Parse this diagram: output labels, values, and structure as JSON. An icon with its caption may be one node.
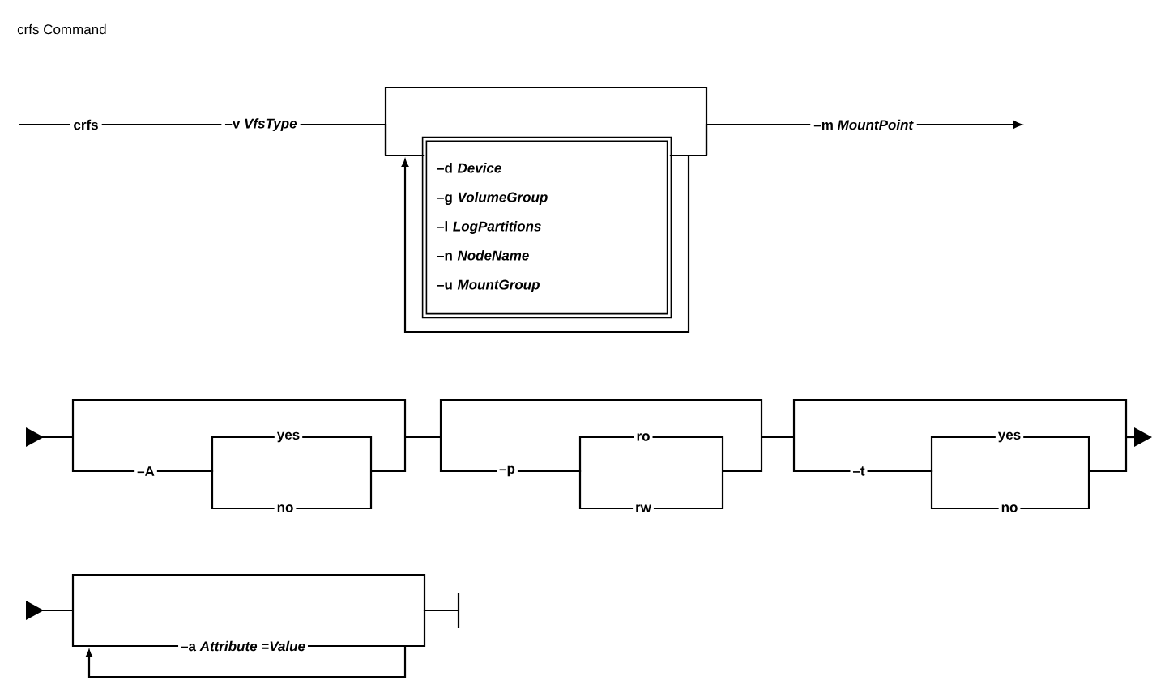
{
  "diagram": {
    "title": "crfs Command",
    "nodes": [
      {
        "text": [
          "crfs"
        ]
      },
      {
        "text": [
          "**–v** *VfsType*"
        ]
      },
      {
        "text": [
          "**–d** *Device*",
          "**–g** *VolumeGroup*",
          "**–l** *LogPartitions*",
          "**–n** *NodeName*",
          "**–u** *MountGroup*"
        ]
      },
      {
        "text": [
          "**–m** *MountPoint*"
        ]
      },
      {
        "text": [
          "–A"
        ]
      },
      {
        "text": [
          "yes"
        ]
      },
      {
        "text": [
          "no"
        ]
      },
      {
        "text": [
          "–p"
        ]
      },
      {
        "text": [
          "ro"
        ]
      },
      {
        "text": [
          "rw"
        ]
      },
      {
        "text": [
          "–t"
        ]
      },
      {
        "text": [
          "yes"
        ]
      },
      {
        "text": [
          "no"
        ]
      },
      {
        "text": [
          "**–a** *Attribute* =*Value*"
        ]
      }
    ],
    "edges": [
      {
        "from": null,
        "to": 0,
        "arrow": "none"
      },
      {
        "from": 0,
        "to": 1,
        "arrow": "none"
      },
      {
        "from": 1,
        "to": 2,
        "arrow": "none"
      },
      {
        "from": 2,
        "to": 3,
        "arrow": "none"
      },
      {
        "from": 3,
        "to": null,
        "arrow": "to"
      },
      {
        "from": 4,
        "to": 5,
        "arrow": "none"
      },
      {
        "from": 4,
        "to": 6,
        "arrow": "none"
      },
      {
        "from": 7,
        "to": 8,
        "arrow": "none"
      },
      {
        "from": 7,
        "to": 9,
        "arrow": "none"
      },
      {
        "from": 10,
        "to": 11,
        "arrow": "none"
      },
      {
        "from": 10,
        "to": 12,
        "arrow": "none"
      }
    ]
  }
}
